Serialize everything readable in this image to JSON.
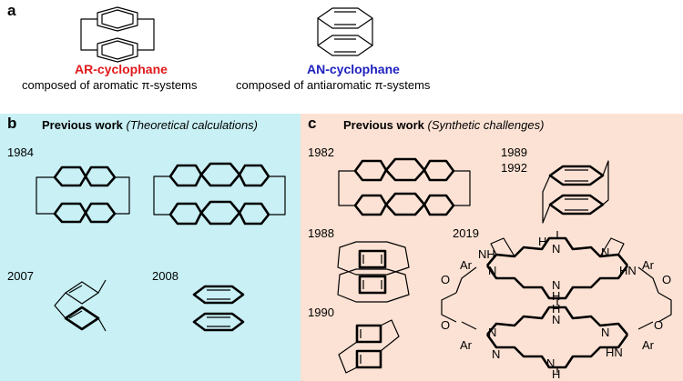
{
  "panel_a": {
    "letter": "a",
    "ar_label": "AR-cyclophane",
    "ar_desc": "composed of aromatic π-systems",
    "an_label": "AN-cyclophane",
    "an_desc": "composed of antiaromatic π-systems"
  },
  "panel_b": {
    "letter": "b",
    "heading_bold": "Previous work",
    "heading_italic": "(Theoretical calculations)",
    "years": [
      "1984",
      "2007",
      "2008"
    ]
  },
  "panel_c": {
    "letter": "c",
    "heading_bold": "Previous work",
    "heading_italic": "(Synthetic challenges)",
    "years": [
      "1982",
      "1989",
      "1992",
      "1988",
      "1990",
      "2019"
    ],
    "atoms": {
      "nh": "NH",
      "hn": "HN",
      "n": "N",
      "h": "H",
      "ar": "Ar",
      "o": "O"
    }
  },
  "colors": {
    "red": "#e0191b",
    "blue": "#1d1fbf",
    "panel_b_bg": "#c8f0f5",
    "panel_c_bg": "#fce2d4"
  }
}
